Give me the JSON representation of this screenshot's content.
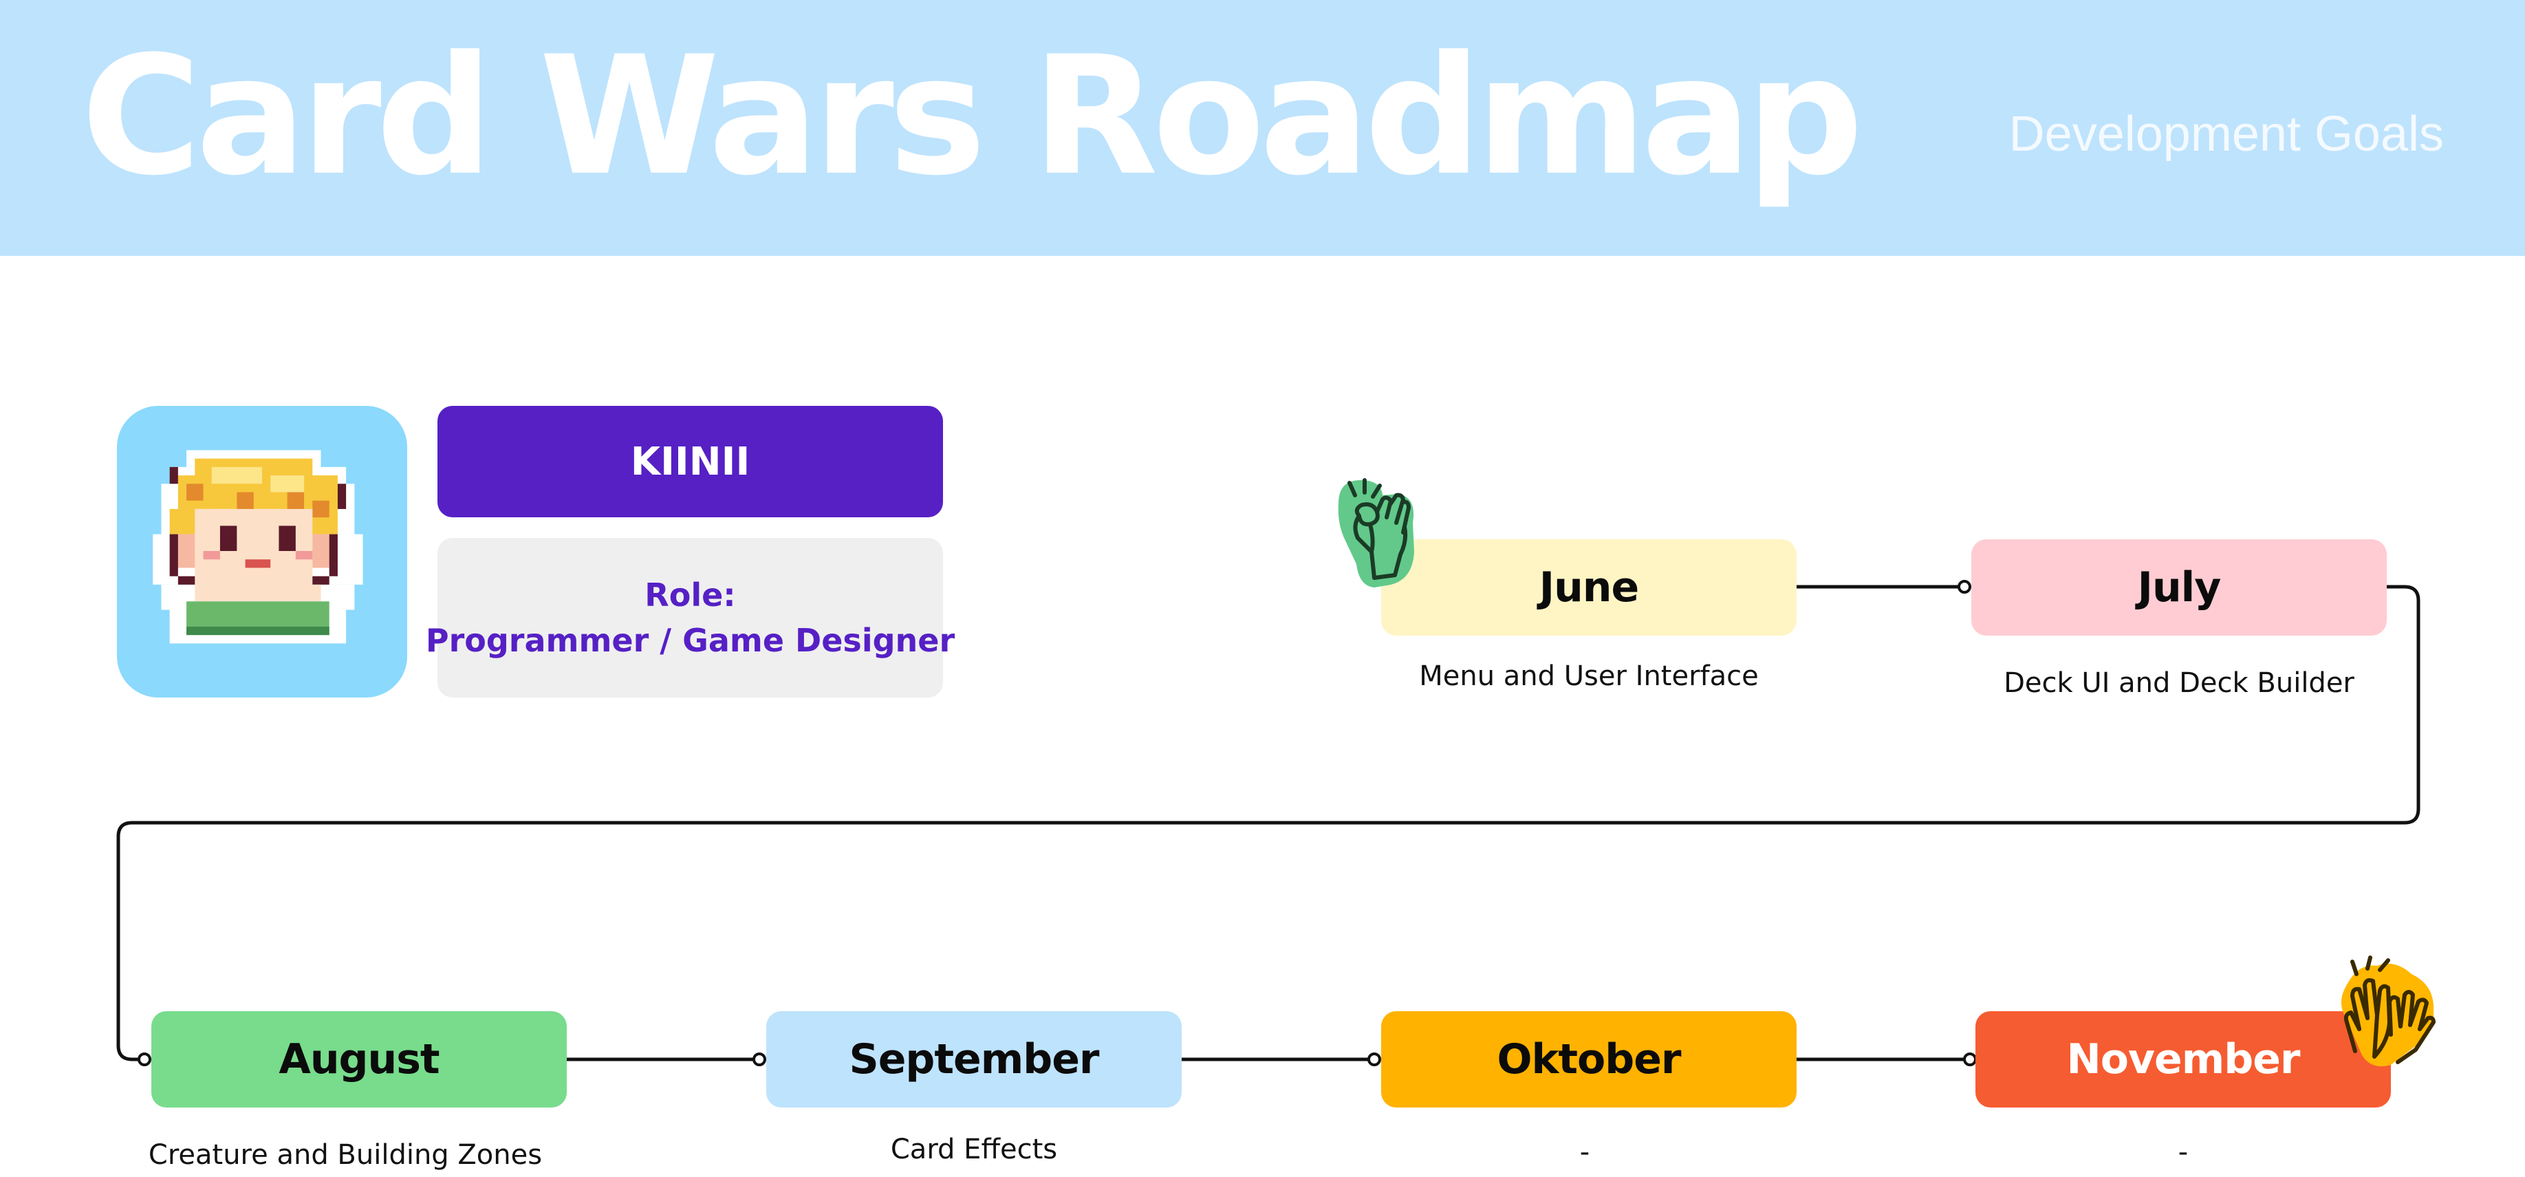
{
  "header": {
    "title": "Card Wars Roadmap",
    "subtitle": "Development Goals",
    "background_color": "#bee3fd"
  },
  "profile": {
    "name": "KIINII",
    "role_line1": "Role:",
    "role_line2": "Programmer / Game Designer",
    "accent_color": "#5620c5"
  },
  "timeline": {
    "months": [
      {
        "label": "June",
        "description": "Menu and User Interface",
        "color": "#fff5c4"
      },
      {
        "label": "July",
        "description": "Deck UI and  Deck Builder",
        "color": "#ffccd3"
      },
      {
        "label": "August",
        "description": "Creature and Building Zones",
        "color": "#78dc8c"
      },
      {
        "label": "September",
        "description": "Card Effects",
        "color": "#bee3fd"
      },
      {
        "label": "Oktober",
        "description": "-",
        "color": "#ffb200"
      },
      {
        "label": "November",
        "description": "-",
        "color": "#f65c31"
      }
    ]
  },
  "stickers": [
    "ok-hand-icon",
    "high-five-icon"
  ]
}
